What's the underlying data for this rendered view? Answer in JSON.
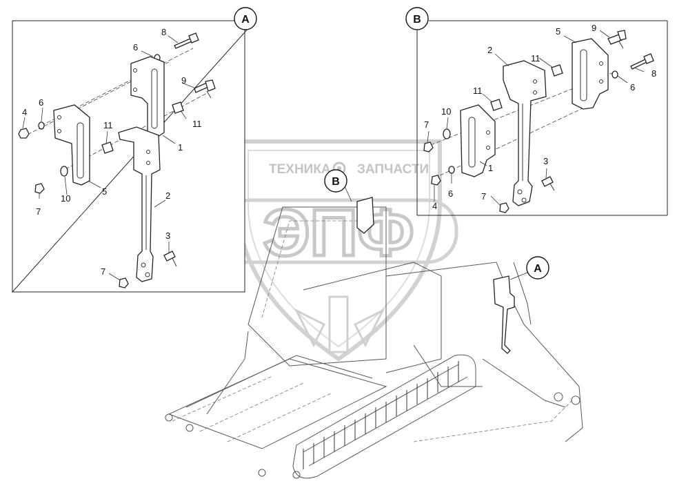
{
  "watermark": {
    "top_text": "ТЕХНИКА",
    "top_text_2": "ЗАПЧАСТИ",
    "big_text": "ЭПФ",
    "emblem": "gear-icon"
  },
  "detail_a": {
    "tag": "A",
    "labels": {
      "p8": "8",
      "p6a": "6",
      "p4": "4",
      "p6b": "6",
      "p9": "9",
      "p11a": "11",
      "p11b": "11",
      "p1": "1",
      "p7a": "7",
      "p10": "10",
      "p5": "5",
      "p2": "2",
      "p3": "3",
      "p7b": "7"
    }
  },
  "detail_b": {
    "tag": "B",
    "labels": {
      "p5": "5",
      "p9": "9",
      "p2": "2",
      "p11a": "11",
      "p8": "8",
      "p6a": "6",
      "p11b": "11",
      "p10": "10",
      "p7a": "7",
      "p1": "1",
      "p3": "3",
      "p6b": "6",
      "p7b": "7",
      "p4": "4"
    }
  },
  "machine_callouts": {
    "b": "B",
    "a": "A"
  }
}
